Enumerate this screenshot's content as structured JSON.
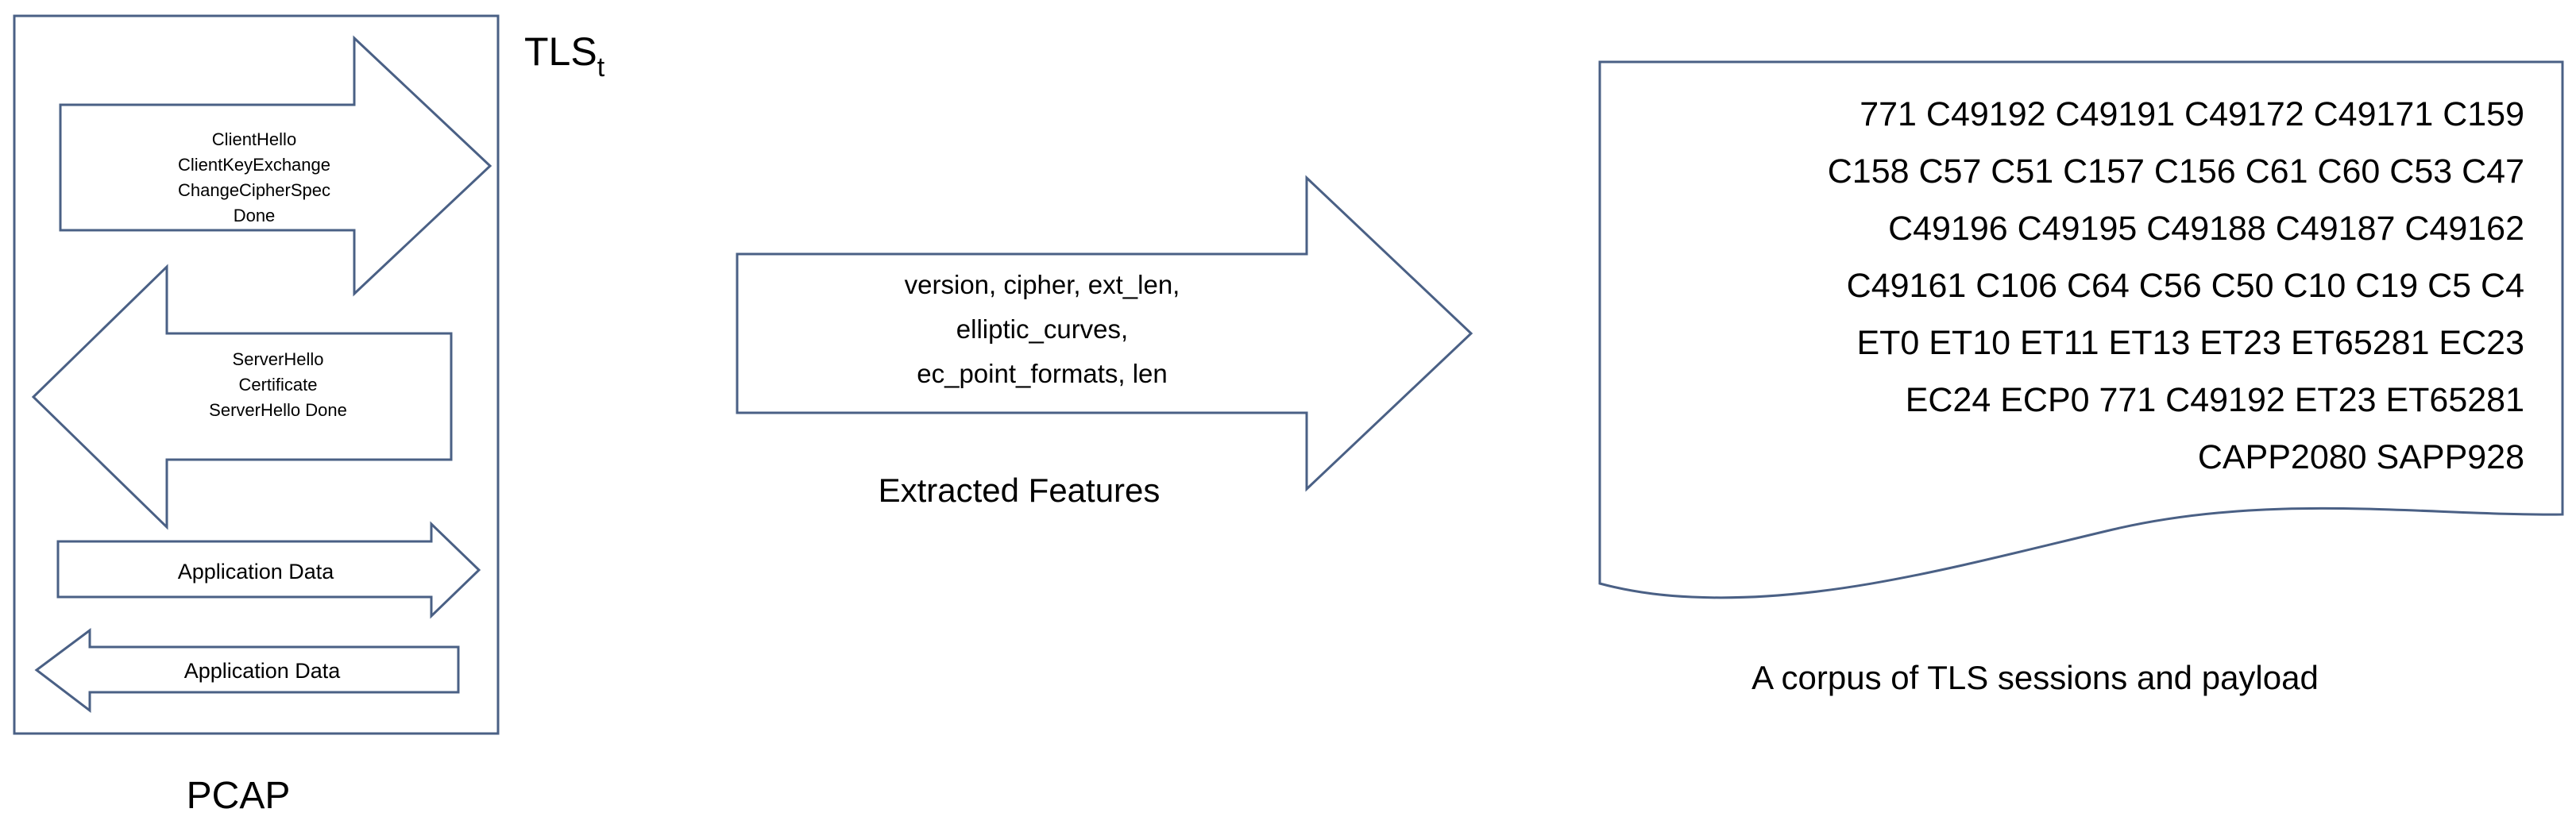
{
  "pcap": {
    "label": "PCAP",
    "tls_label": "TLS",
    "tls_subscript": "t",
    "client_messages": [
      "ClientHello",
      "ClientKeyExchange",
      "ChangeCipherSpec",
      "Done"
    ],
    "server_messages": [
      "ServerHello",
      "Certificate",
      "ServerHello Done"
    ],
    "app_data_out": "Application Data",
    "app_data_in": "Application Data"
  },
  "features": {
    "lines": [
      "version, cipher, ext_len,",
      "elliptic_curves,",
      "ec_point_formats, len"
    ],
    "caption": "Extracted Features"
  },
  "corpus": {
    "lines": [
      "771 C49192 C49191 C49172 C49171 C159",
      "C158 C57 C51 C157 C156 C61 C60 C53 C47",
      "C49196 C49195 C49188 C49187 C49162",
      "C49161 C106 C64 C56 C50 C10 C19 C5 C4",
      "ET0 ET10 ET11 ET13 ET23 ET65281 EC23",
      "EC24 ECP0 771 C49192 ET23 ET65281",
      "CAPP2080 SAPP928"
    ],
    "caption": "A corpus of TLS sessions and payload"
  },
  "colors": {
    "stroke": "#4a6085",
    "text": "#000000",
    "background": "#ffffff"
  }
}
